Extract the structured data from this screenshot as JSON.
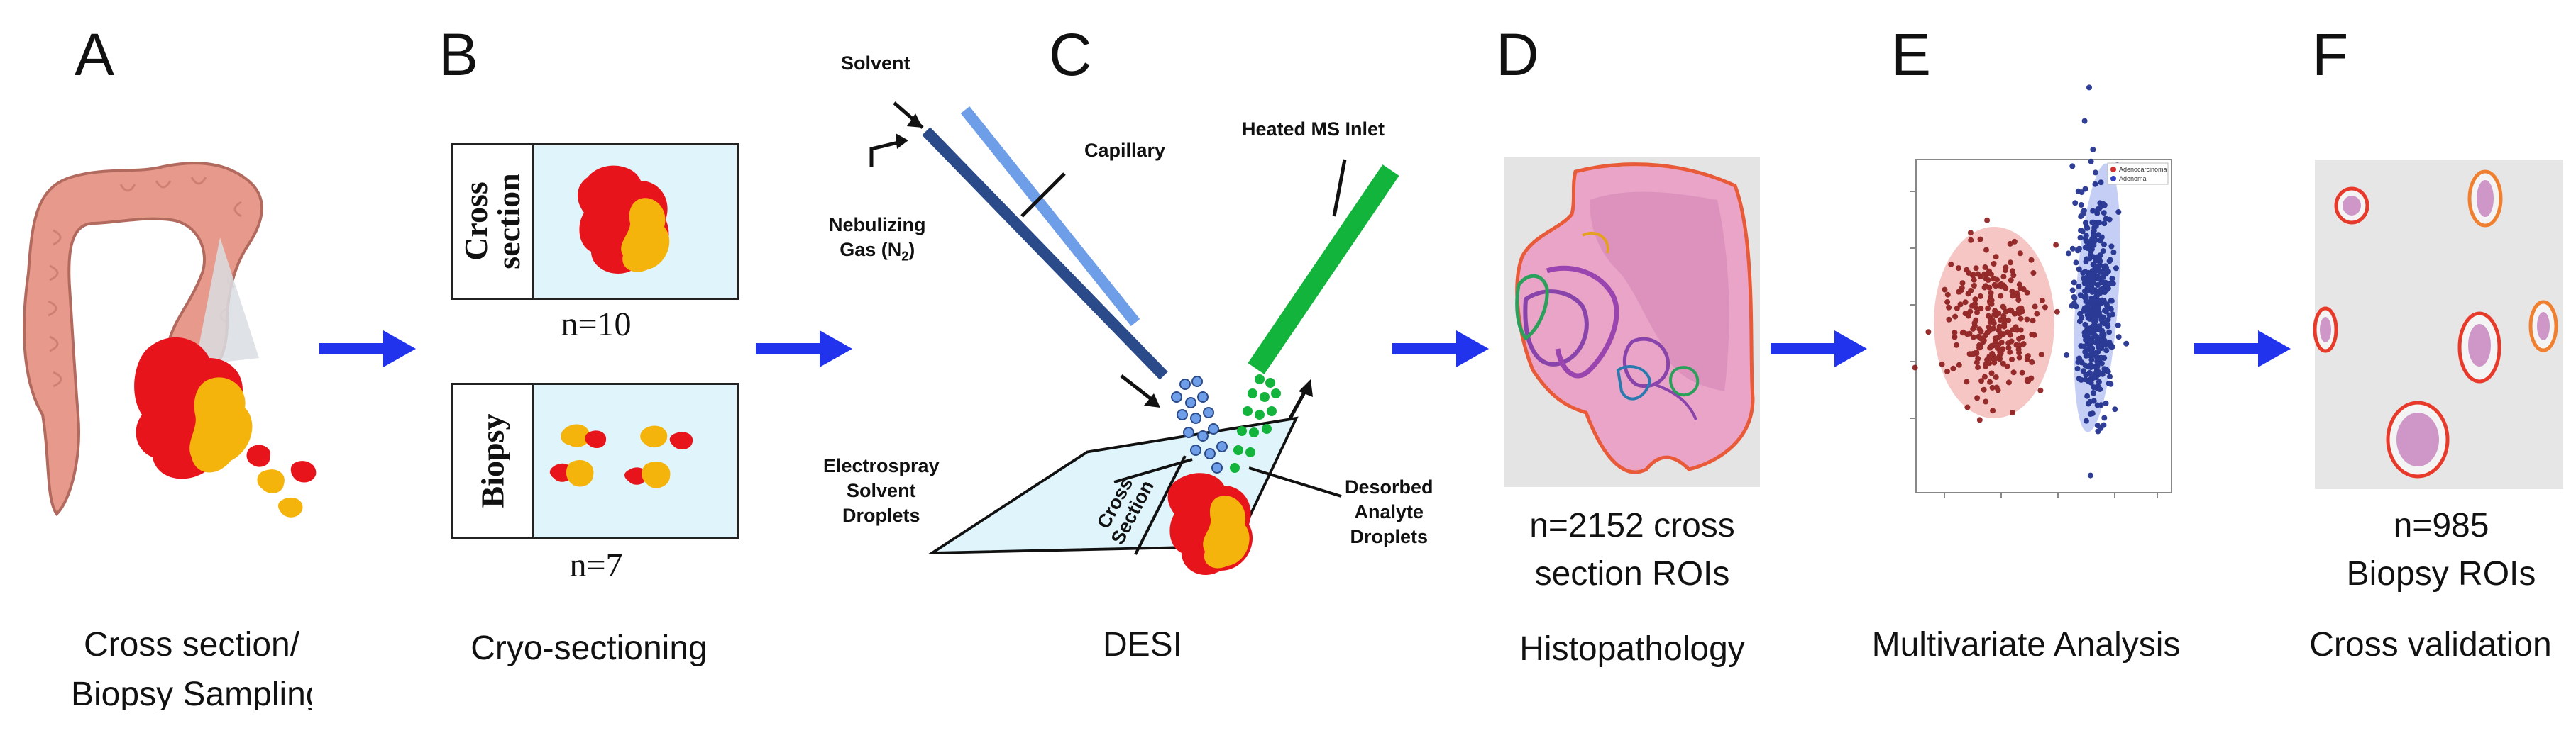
{
  "panels": {
    "A": {
      "letter": "A",
      "caption_line1": "Cross section/",
      "caption_line2": "Biopsy Sampling"
    },
    "B": {
      "letter": "B",
      "caption": "Cryo-sectioning",
      "cross_label_line1": "Cross",
      "cross_label_line2": "section",
      "cross_n": "n=10",
      "biopsy_label": "Biopsy",
      "biopsy_n": "n=7"
    },
    "C": {
      "letter": "C",
      "caption": "DESI",
      "solvent": "Solvent",
      "capillary": "Capillary",
      "nebulizing_line1": "Nebulizing",
      "nebulizing_line2": "Gas (N",
      "nebulizing_sub": "2",
      "nebulizing_end": ")",
      "heated_inlet": "Heated MS Inlet",
      "electrospray_line1": "Electrospray",
      "electrospray_line2": "Solvent",
      "electrospray_line3": "Droplets",
      "desorbed_line1": "Desorbed",
      "desorbed_line2": "Analyte",
      "desorbed_line3": "Droplets",
      "slide_line1": "Cross",
      "slide_line2": "Section"
    },
    "D": {
      "letter": "D",
      "n_line1": "n=2152 cross",
      "n_line2": "section ROIs",
      "caption": "Histopathology"
    },
    "E": {
      "letter": "E",
      "caption": "Multivariate Analysis",
      "legend_1": "Adenocarcinoma",
      "legend_2": "Adenoma"
    },
    "F": {
      "letter": "F",
      "n_line1": "n=985",
      "n_line2": "Biopsy ROIs",
      "caption": "Cross validation"
    }
  },
  "colors": {
    "arrow": "#2233ee",
    "tumor_red": "#e8141c",
    "tumor_yellow": "#f5b40c",
    "box_fill": "#dff4fb",
    "capillary_dark": "#2a4a8a",
    "capillary_light": "#6f9ee8",
    "inlet_green": "#12b43c"
  }
}
